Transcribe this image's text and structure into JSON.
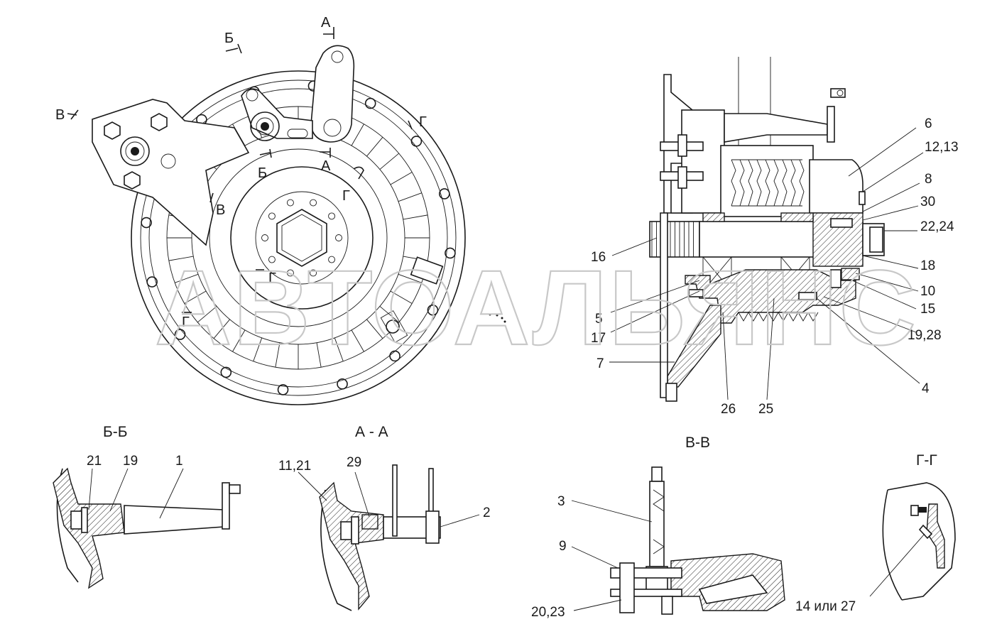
{
  "section_titles": {
    "bb": "Б-Б",
    "aa": "А - А",
    "vv": "В-В",
    "gg": "Г-Г"
  },
  "section_marks": {
    "a_top": "А",
    "a_mid": "А",
    "b_top": "Б",
    "b_mid": "Б",
    "v_left": "В",
    "v_mid": "В",
    "g_right": "Г",
    "g_mid": "Г",
    "g_low": "Г",
    "g_left": "Г"
  },
  "callouts": {
    "c6": "6",
    "c12_13": "12,13",
    "c8": "8",
    "c30": "30",
    "c22_24": "22,24",
    "c16": "16",
    "c18": "18",
    "c10": "10",
    "c15": "15",
    "c5": "5",
    "c17": "17",
    "c19_28": "19,28",
    "c7": "7",
    "c4": "4",
    "c26": "26",
    "c25": "25",
    "c21_bb": "21",
    "c19_bb": "19",
    "c1": "1",
    "c11_21": "11,21",
    "c29": "29",
    "c2": "2",
    "c3": "3",
    "c9": "9",
    "c20_23": "20,23",
    "c14_27": "14 или 27"
  },
  "watermark": "АВТОАЛЬЯНС",
  "colors": {
    "line": "#1a1a1a",
    "watermark": "#c8c8c8",
    "background": "#ffffff"
  }
}
